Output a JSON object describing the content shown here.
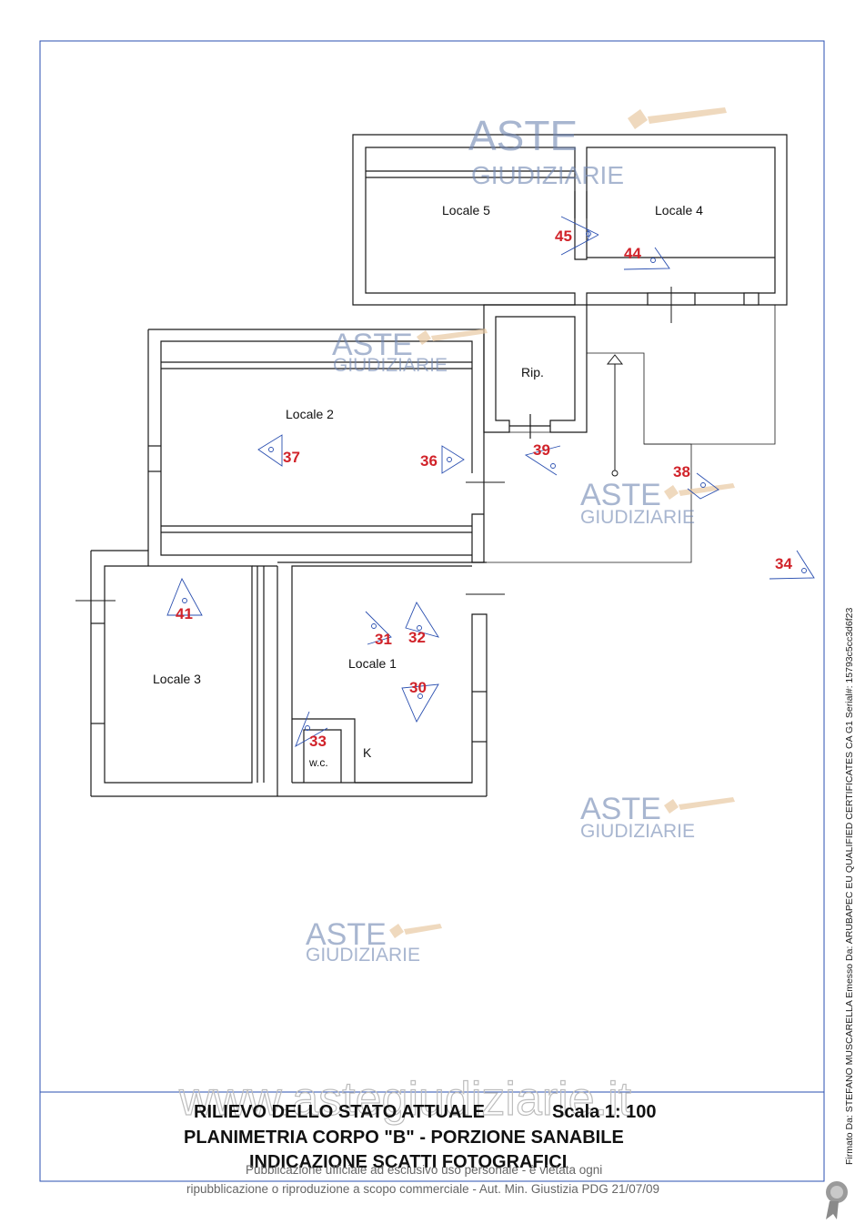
{
  "rooms": {
    "locale5": "Locale 5",
    "locale4": "Locale 4",
    "locale2": "Locale 2",
    "rip": "Rip.",
    "locale3": "Locale 3",
    "locale1": "Locale 1",
    "wc": "w.c.",
    "k": "K"
  },
  "shots": {
    "s45": "45",
    "s44": "44",
    "s37": "37",
    "s36": "36",
    "s39": "39",
    "s38": "38",
    "s34": "34",
    "s41": "41",
    "s31": "31",
    "s32": "32",
    "s30": "30",
    "s33": "33"
  },
  "watermark": {
    "aste": "ASTE",
    "giudiziarie": "GIUDIZIARIE",
    "site": "www.astegiudiziarie.it"
  },
  "title_block": {
    "line1_left": "RILIEVO DELLO STATO ATTUALE",
    "line1_right": "Scala 1: 100",
    "line2": "PLANIMETRIA CORPO \"B\" - PORZIONE SANABILE",
    "line3": "INDICAZIONE SCATTI FOTOGRAFICI"
  },
  "footer": {
    "line1": "Pubblicazione ufficiale ad esclusivo uso personale - è vietata ogni",
    "line2": "ripubblicazione o riproduzione a scopo commerciale - Aut. Min. Giustizia PDG 21/07/09"
  },
  "signature": "Firmato Da: STEFANO MUSCARELLA Emesso Da: ARUBAPEC EU QUALIFIED CERTIFICATES CA G1 Serial#: 15793c5cc3d6f23",
  "colors": {
    "wall": "#1a1a1a",
    "shot_number": "#d1232a",
    "camera": "#2a4fb0",
    "watermark": "#6f86b2",
    "frame": "#2a4fb0"
  }
}
